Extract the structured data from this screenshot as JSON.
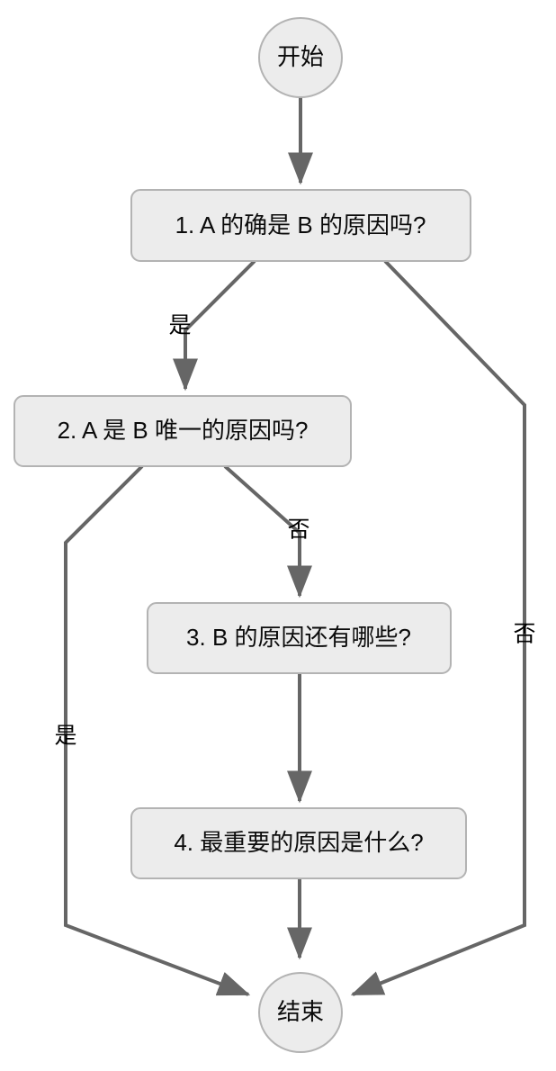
{
  "diagram": {
    "type": "flowchart",
    "direction": "top-to-bottom",
    "background_color": "#ffffff",
    "node_fill_color": "#ececec",
    "node_border_color": "#b3b3b3",
    "edge_color": "#666666",
    "text_color": "#0b0b0b",
    "nodes": [
      {
        "id": "start",
        "shape": "circle",
        "label": "开始"
      },
      {
        "id": "q1",
        "shape": "rounded-rect",
        "label": "1. A 的确是 B 的原因吗?"
      },
      {
        "id": "q2",
        "shape": "rounded-rect",
        "label": "2. A 是 B 唯一的原因吗?"
      },
      {
        "id": "q3",
        "shape": "rounded-rect",
        "label": "3. B 的原因还有哪些?"
      },
      {
        "id": "q4",
        "shape": "rounded-rect",
        "label": "4. 最重要的原因是什么?"
      },
      {
        "id": "end",
        "shape": "circle",
        "label": "结束"
      }
    ],
    "edges": [
      {
        "id": "e-start-q1",
        "from": "start",
        "to": "q1",
        "label": ""
      },
      {
        "id": "e-q1-q2",
        "from": "q1",
        "to": "q2",
        "label": "是"
      },
      {
        "id": "e-q1-end",
        "from": "q1",
        "to": "end",
        "label": "否"
      },
      {
        "id": "e-q2-end",
        "from": "q2",
        "to": "end",
        "label": "是"
      },
      {
        "id": "e-q2-q3",
        "from": "q2",
        "to": "q3",
        "label": "否"
      },
      {
        "id": "e-q3-q4",
        "from": "q3",
        "to": "q4",
        "label": ""
      },
      {
        "id": "e-q4-end",
        "from": "q4",
        "to": "end",
        "label": ""
      }
    ]
  }
}
